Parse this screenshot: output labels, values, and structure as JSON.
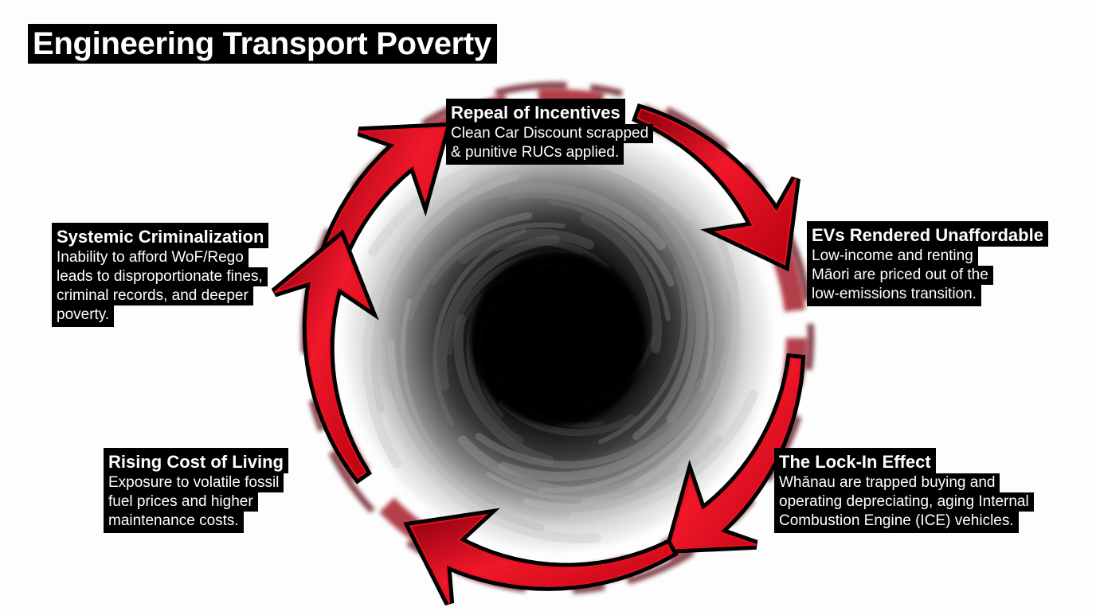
{
  "title": "Engineering Transport Poverty",
  "colors": {
    "arrow_fill": "#e8101e",
    "arrow_dark": "#7a0008",
    "arrow_outline": "#000000",
    "label_bg": "#000000",
    "label_text": "#ffffff",
    "background": "#fdfdfd",
    "vortex_core": "#000000"
  },
  "cycle": {
    "direction": "clockwise",
    "center_icon": "vortex-icon",
    "arrow_icon": "curved-arrow-icon",
    "stages": [
      {
        "id": "repeal-of-incentives",
        "heading": "Repeal of Incentives",
        "body": [
          "Clean Car Discount scrapped",
          "& punitive RUCs applied."
        ]
      },
      {
        "id": "evs-rendered-unaffordable",
        "heading": "EVs Rendered Unaffordable",
        "body": [
          "Low-income and renting",
          "Māori are priced out of the",
          "low-emissions transition."
        ]
      },
      {
        "id": "lock-in-effect",
        "heading": "The Lock-In Effect",
        "body": [
          "Whānau are trapped buying and",
          "operating depreciating, aging Internal",
          "Combustion Engine (ICE) vehicles."
        ]
      },
      {
        "id": "rising-cost-of-living",
        "heading": "Rising Cost of Living",
        "body": [
          "Exposure to volatile fossil",
          "fuel prices and higher",
          "maintenance costs."
        ]
      },
      {
        "id": "systemic-criminalization",
        "heading": "Systemic Criminalization",
        "body": [
          "Inability to afford WoF/Rego",
          "leads to disproportionate fines,",
          "criminal records, and deeper",
          "poverty."
        ]
      }
    ]
  }
}
